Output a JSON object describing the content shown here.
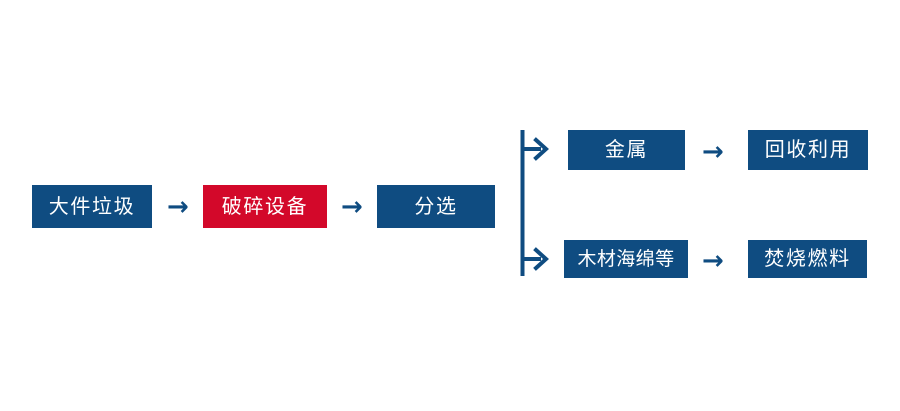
{
  "diagram": {
    "title": "",
    "type": "process-flowchart",
    "colors": {
      "primary_blue": "#0f4c81",
      "highlight_red": "#d3082a",
      "text": "#ffffff",
      "background": "#ffffff",
      "connector": "#0f4c81"
    },
    "nodes": [
      {
        "id": "bulky",
        "label": "大件垃圾",
        "color": "blue",
        "stage": "input"
      },
      {
        "id": "crusher",
        "label": "破碎设备",
        "color": "red",
        "stage": "equipment"
      },
      {
        "id": "sorting",
        "label": "分选",
        "color": "blue",
        "stage": "process"
      },
      {
        "id": "metal",
        "label": "金属",
        "color": "blue",
        "stage": "branch-output-1"
      },
      {
        "id": "recycle",
        "label": "回收利用",
        "color": "blue",
        "stage": "branch-result-1"
      },
      {
        "id": "wood",
        "label": "木材海绵等",
        "color": "blue",
        "stage": "branch-output-2"
      },
      {
        "id": "fuel",
        "label": "焚烧燃料",
        "color": "blue",
        "stage": "branch-result-2"
      }
    ],
    "connectors": [
      {
        "id": "arrow-bulky-crusher",
        "glyph": "→",
        "from": "bulky",
        "to": "crusher"
      },
      {
        "id": "arrow-crusher-sorting",
        "glyph": "→",
        "from": "crusher",
        "to": "sorting"
      },
      {
        "id": "arrow-metal-recycle",
        "glyph": "→",
        "from": "metal",
        "to": "recycle"
      },
      {
        "id": "arrow-fuel-wood",
        "glyph": "→",
        "from": "wood",
        "to": "fuel"
      },
      {
        "id": "branch-split",
        "glyph": "",
        "from": "sorting",
        "to": "metal, wood"
      }
    ]
  }
}
